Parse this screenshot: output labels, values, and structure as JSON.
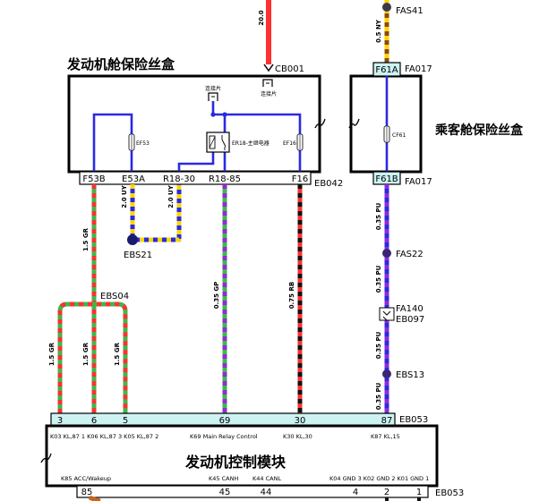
{
  "colors": {
    "red": "#ff3030",
    "green": "#3db84a",
    "blue": "#2a2ae0",
    "yellow": "#ffd400",
    "purple": "#8e2bd6",
    "black": "#111111",
    "brown": "#8a4b12",
    "orange": "#c8661e",
    "connector_fill": "#cdf2f2",
    "splice": "#3a3a4a"
  },
  "feed": {
    "wire_size": "20.0",
    "connector": "CB001",
    "link_label": "连接片",
    "splice": "FAS41",
    "cabin_wire": "0.5 NY"
  },
  "engine_fuse_box": {
    "title": "发动机舱保险丝盒",
    "link_label": "连接片",
    "fuse_a": "EF53",
    "fuse_b": "EF16",
    "relay": "ER18-主继电器",
    "connector": "EB042",
    "pins": [
      "F53B",
      "E53A",
      "R18-30",
      "R18-85",
      "F16"
    ]
  },
  "cabin_fuse_box": {
    "title": "乘客舱保险丝盒",
    "pin_in": "F61A",
    "pin_out": "F61B",
    "connector_in": "FA017",
    "connector_out": "FA017",
    "fuse": "CF61"
  },
  "harness": {
    "gr_trunk": "1.5 GR",
    "gr_branches": [
      "1.5 GR",
      "1.5 GR",
      "1.5 GR"
    ],
    "splice_gr": "EBS04",
    "uy": [
      "2.0 UY",
      "2.0 UY"
    ],
    "splice_uy": "EBS21",
    "gp": "0.35 GP",
    "rb": "0.75 RB",
    "pu": [
      "0.35 PU",
      "0.35 PU",
      "0.35 PU",
      "0.35 PU"
    ],
    "splice_pu_1": "FAS22",
    "inline_connector": [
      "FA140",
      "EB097"
    ],
    "splice_pu_2": "EBS13"
  },
  "ecm": {
    "title": "发动机控制模块",
    "connector": "EB053",
    "top_pins": [
      "3",
      "6",
      "5",
      "69",
      "30",
      "87"
    ],
    "top_functions": [
      "K03 KL,87 1 K06 KL,87 3 K05 KL,87 2",
      "K69 Main Relay Control",
      "K30 KL,30",
      "K87 KL,15"
    ],
    "bottom_functions": [
      "K85 ACC/Wakeup",
      "K45 CANH",
      "K44 CANL",
      "K04 GND 3 K02 GND 2 K01 GND 1"
    ],
    "bottom_pins": [
      "85",
      "45",
      "44",
      "4",
      "2",
      "1"
    ],
    "bottom_connector": "EB053"
  }
}
